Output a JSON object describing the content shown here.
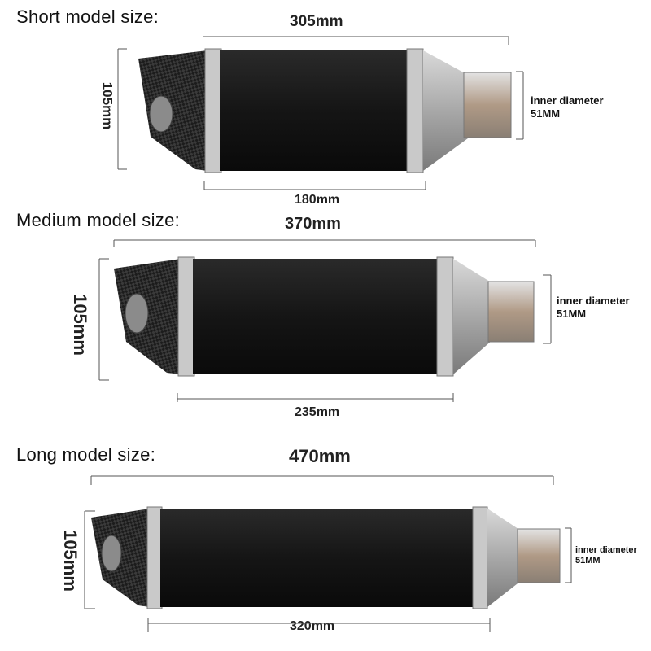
{
  "models": [
    {
      "title": "Short model size:",
      "total_length": "305mm",
      "body_length": "180mm",
      "height": "105mm",
      "inner_label": "inner diameter",
      "inner_value": "51MM"
    },
    {
      "title": "Medium model size:",
      "total_length": "370mm",
      "body_length": "235mm",
      "height": "105mm",
      "inner_label": "inner diameter",
      "inner_value": "51MM"
    },
    {
      "title": "Long model size:",
      "total_length": "470mm",
      "body_length": "320mm",
      "height": "105mm",
      "inner_label": "inner diameter",
      "inner_value": "51MM"
    }
  ]
}
